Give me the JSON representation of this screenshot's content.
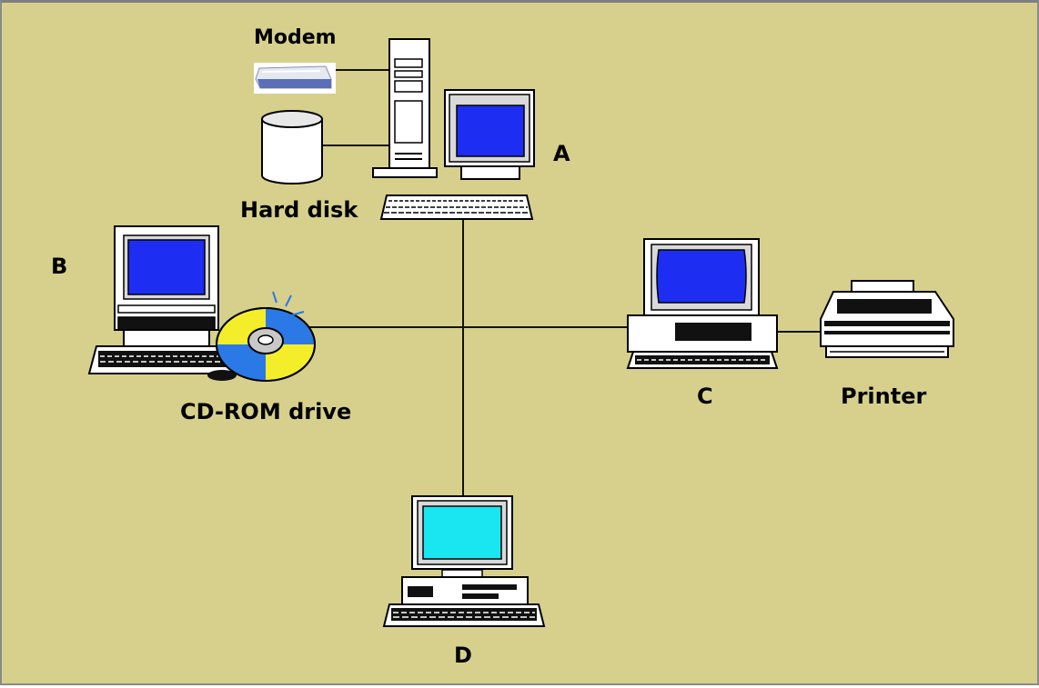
{
  "labels": {
    "modem": "Modem",
    "hard_disk": "Hard disk",
    "computer_a": "A",
    "computer_b": "B",
    "cdrom": "CD-ROM drive",
    "computer_c": "C",
    "printer": "Printer",
    "computer_d": "D"
  },
  "colors": {
    "background": "#d6d08c",
    "screen_blue": "#1d2ef2",
    "screen_cyan": "#19e6f0",
    "cd_yellow": "#f4ee2a",
    "cd_blue": "#2a79e6"
  }
}
